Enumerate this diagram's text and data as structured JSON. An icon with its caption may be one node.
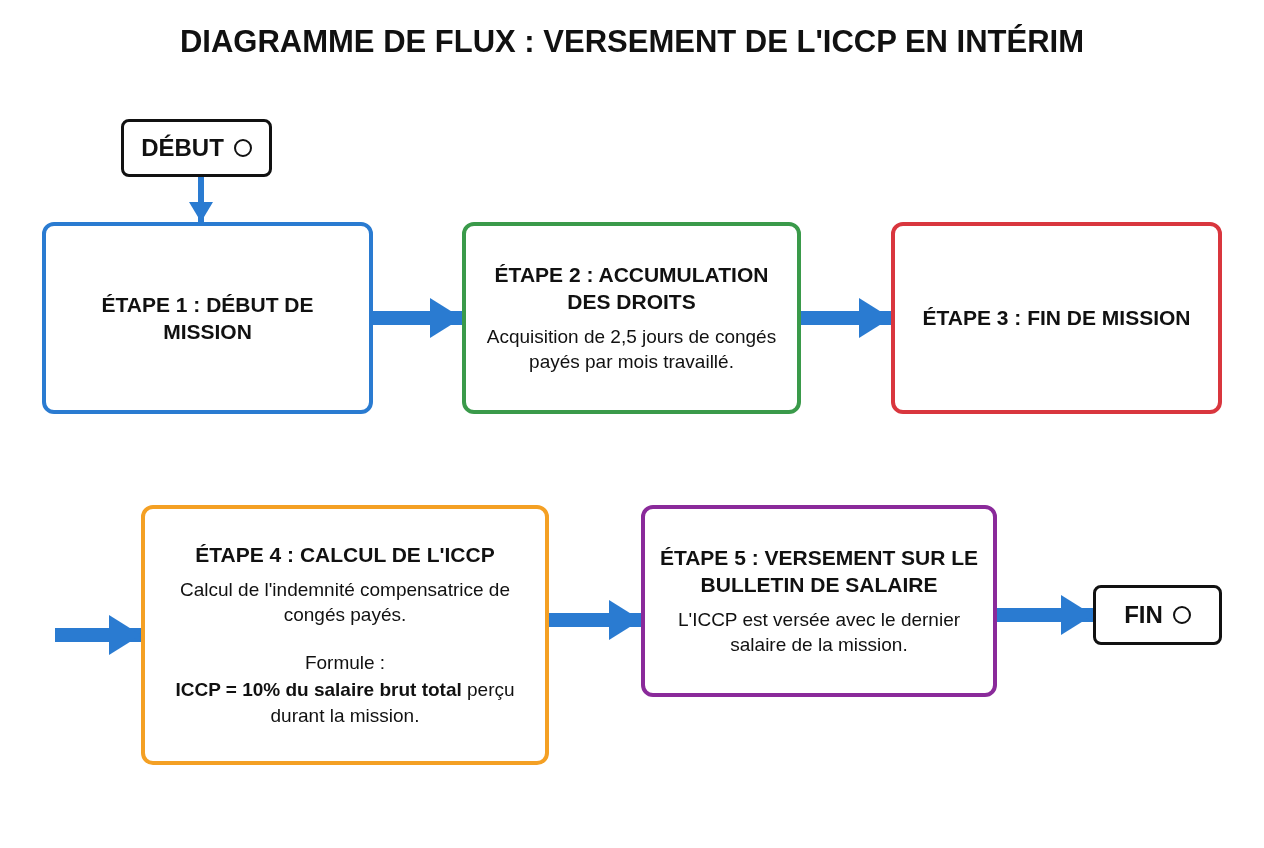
{
  "diagram": {
    "title": "DIAGRAMME DE FLUX : VERSEMENT DE L'ICCP EN INTÉRIM",
    "nodes": [
      {
        "text": [
          "DÉBUT"
        ]
      },
      {
        "text": [
          "ÉTAPE 1 : DÉBUT DE MISSION"
        ]
      },
      {
        "text": [
          "ÉTAPE 2 : ACCUMULATION DES DROITS",
          "Acquisition de 2,5 jours de congés payés par mois travaillé."
        ]
      },
      {
        "text": [
          "ÉTAPE 3 : FIN DE MISSION"
        ]
      },
      {
        "text": [
          "ÉTAPE 4 : CALCUL DE L'ICCP",
          "Calcul de l'indemnité compensatrice de congés payés.",
          "Formule :",
          "**ICCP = 10% du salaire brut total** perçu durant la mission."
        ]
      },
      {
        "text": [
          "ÉTAPE 5 : VERSEMENT SUR LE BULLETIN DE SALAIRE",
          "L'ICCP est versée avec le dernier salaire de la mission."
        ]
      },
      {
        "text": [
          "FIN"
        ]
      }
    ],
    "edges": [
      {
        "from": 0,
        "to": 1,
        "arrow": "to"
      },
      {
        "from": 1,
        "to": 2,
        "arrow": "to"
      },
      {
        "from": 2,
        "to": 3,
        "arrow": "to"
      },
      {
        "from": null,
        "to": 4,
        "arrow": "to"
      },
      {
        "from": 4,
        "to": 5,
        "arrow": "to"
      },
      {
        "from": 5,
        "to": 6,
        "arrow": "to"
      }
    ]
  }
}
